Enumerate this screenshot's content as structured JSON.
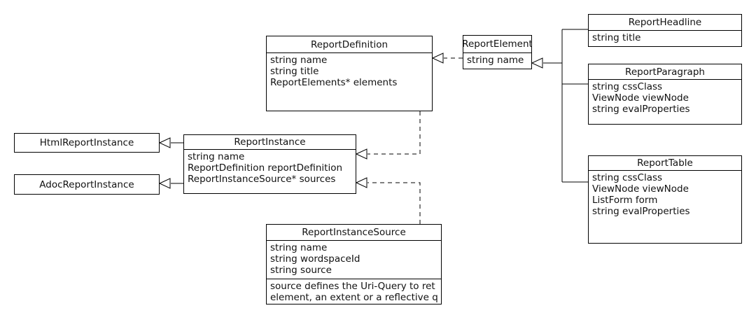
{
  "diagram": {
    "kind": "uml-class-diagram",
    "background_color": "#ffffff",
    "line_color": "#000000",
    "text_color": "#111111"
  },
  "classes": {
    "report_definition": {
      "title": "ReportDefinition",
      "attributes": [
        "string name",
        "string title",
        "ReportElements* elements"
      ]
    },
    "report_element": {
      "title": "ReportElement",
      "attributes": [
        "string name"
      ]
    },
    "report_headline": {
      "title": "ReportHeadline",
      "attributes": [
        "string title"
      ]
    },
    "report_paragraph": {
      "title": "ReportParagraph",
      "attributes": [
        "string cssClass",
        "ViewNode viewNode",
        "string evalProperties"
      ]
    },
    "report_table": {
      "title": "ReportTable",
      "attributes": [
        "string cssClass",
        "ViewNode viewNode",
        "ListForm form",
        "string evalProperties"
      ]
    },
    "html_report_instance": {
      "title": "HtmlReportInstance"
    },
    "adoc_report_instance": {
      "title": "AdocReportInstance"
    },
    "report_instance": {
      "title": "ReportInstance",
      "attributes": [
        "string name",
        "ReportDefinition reportDefinition",
        "ReportInstanceSource* sources"
      ]
    },
    "report_instance_source": {
      "title": "ReportInstanceSource",
      "attributes": [
        "string name",
        "string wordspaceId",
        "string source"
      ],
      "note_lines": [
        "source defines the Uri-Query to ret",
        "element, an extent or a reflective q"
      ]
    }
  },
  "relations": [
    {
      "type": "generalization-dashed",
      "from": "ReportElement",
      "to": "ReportDefinition"
    },
    {
      "type": "generalization-solid",
      "from": "ReportHeadline, ReportParagraph, ReportTable",
      "to": "ReportElement"
    },
    {
      "type": "generalization-solid",
      "from": "ReportInstance",
      "to": "HtmlReportInstance"
    },
    {
      "type": "generalization-solid",
      "from": "ReportInstance",
      "to": "AdocReportInstance"
    },
    {
      "type": "generalization-dashed",
      "from": "ReportDefinition",
      "to": "ReportInstance"
    },
    {
      "type": "generalization-dashed",
      "from": "ReportInstanceSource",
      "to": "ReportInstance"
    }
  ]
}
